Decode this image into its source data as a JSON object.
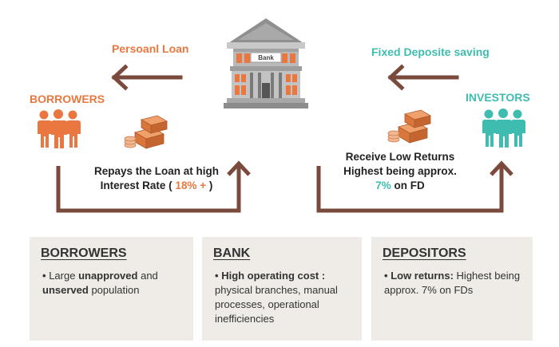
{
  "flow": {
    "loan_label": "Persoanl Loan",
    "fd_label": "Fixed Deposite saving",
    "borrowers_label": "BORROWERS",
    "investors_label": "INVESTORS",
    "bank_sign": "Bank",
    "repay_line1": "Repays the Loan at high",
    "repay_line2_prefix": "Interest Rate (",
    "repay_rate": "18% +",
    "repay_line2_suffix": ")",
    "returns_line1": "Receive Low Returns",
    "returns_line2": "Highest being approx.",
    "returns_rate": "7%",
    "returns_line3_suffix": "on FD"
  },
  "colors": {
    "orange": "#e9773f",
    "teal": "#3fbcb0",
    "arrow_brown": "#7a4a3c",
    "box_bg": "#efece7"
  },
  "boxes": {
    "borrowers": {
      "title": "BORROWERS",
      "bullet": "•",
      "t1": "Large",
      "b1": "unapproved",
      "t2": "and",
      "b2": "unserved",
      "t3": "population"
    },
    "bank": {
      "title": "BANK",
      "bullet": "•",
      "b1": "High operating cost :",
      "t1": "physical branches, manual processes, operational inefficiencies"
    },
    "depositors": {
      "title": "DEPOSITORS",
      "bullet": "•",
      "b1": "Low returns:",
      "t1": "Highest being approx. 7% on FDs"
    }
  }
}
